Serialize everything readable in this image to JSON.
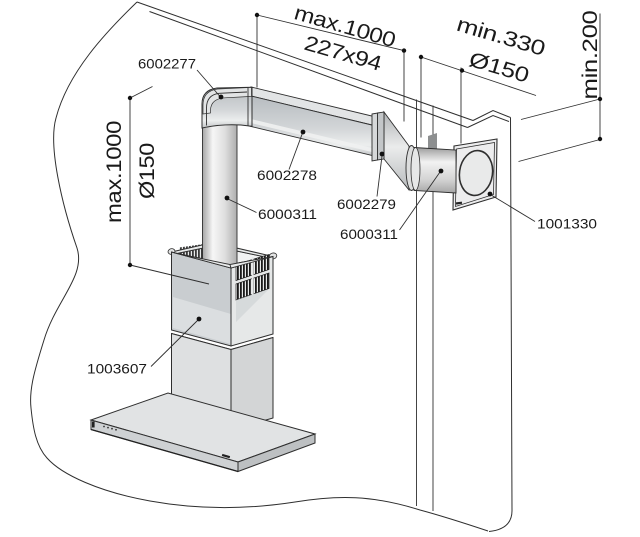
{
  "diagram": {
    "kind": "cooker-hood-duct-installation-drawing",
    "parts": {
      "elbow": "6002277",
      "flat_duct": "6002278",
      "adapter": "6002279",
      "tube_vertical": "6000311",
      "tube_horizontal": "6000311",
      "hood": "1003607",
      "wall_plate": "1001330"
    },
    "dimensions": {
      "duct_max_length": "max.1000",
      "duct_cross_section": "227x94",
      "wall_min_distance": "min.330",
      "wall_duct_diameter": "Ø150",
      "ceiling_min_distance": "min.200",
      "riser_max_length": "max.1000",
      "riser_diameter": "Ø150"
    },
    "colors": {
      "line": "#2f2f2f",
      "face_light": "#e6e8e8",
      "face_mid": "#c9cdd0",
      "grille": "#1a1a1a"
    }
  }
}
